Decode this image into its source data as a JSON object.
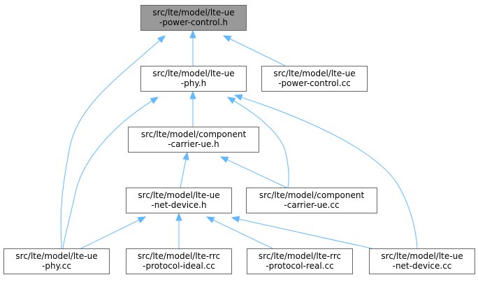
{
  "nodes": [
    {
      "id": "power_h",
      "line1": "src/lte/model/lte-ue",
      "line2": "-power-control.h",
      "highlight": true
    },
    {
      "id": "phy_h",
      "line1": "src/lte/model/lte-ue",
      "line2": "-phy.h"
    },
    {
      "id": "power_cc",
      "line1": "src/lte/model/lte-ue",
      "line2": "-power-control.cc"
    },
    {
      "id": "comp_h",
      "line1": "src/lte/model/component",
      "line2": "-carrier-ue.h"
    },
    {
      "id": "netdev_h",
      "line1": "src/lte/model/lte-ue",
      "line2": "-net-device.h"
    },
    {
      "id": "comp_cc",
      "line1": "src/lte/model/component",
      "line2": "-carrier-ue.cc"
    },
    {
      "id": "phy_cc",
      "line1": "src/lte/model/lte-ue",
      "line2": "-phy.cc"
    },
    {
      "id": "rrc_ideal",
      "line1": "src/lte/model/lte-rrc",
      "line2": "-protocol-ideal.cc"
    },
    {
      "id": "rrc_real",
      "line1": "src/lte/model/lte-rrc",
      "line2": "-protocol-real.cc"
    },
    {
      "id": "netdev_cc",
      "line1": "src/lte/model/lte-ue",
      "line2": "-net-device.cc"
    }
  ],
  "edges": [
    {
      "from": "power_h",
      "to": "phy_h"
    },
    {
      "from": "power_h",
      "to": "power_cc"
    },
    {
      "from": "power_h",
      "to": "phy_cc"
    },
    {
      "from": "phy_h",
      "to": "comp_h"
    },
    {
      "from": "phy_h",
      "to": "comp_cc"
    },
    {
      "from": "phy_h",
      "to": "phy_cc"
    },
    {
      "from": "phy_h",
      "to": "netdev_cc"
    },
    {
      "from": "comp_h",
      "to": "netdev_h"
    },
    {
      "from": "comp_h",
      "to": "comp_cc"
    },
    {
      "from": "netdev_h",
      "to": "phy_cc"
    },
    {
      "from": "netdev_h",
      "to": "rrc_ideal"
    },
    {
      "from": "netdev_h",
      "to": "rrc_real"
    },
    {
      "from": "netdev_h",
      "to": "netdev_cc"
    }
  ],
  "colors": {
    "edge": "#63b8ff",
    "highlight_fill": "#999999",
    "border": "#666666"
  }
}
